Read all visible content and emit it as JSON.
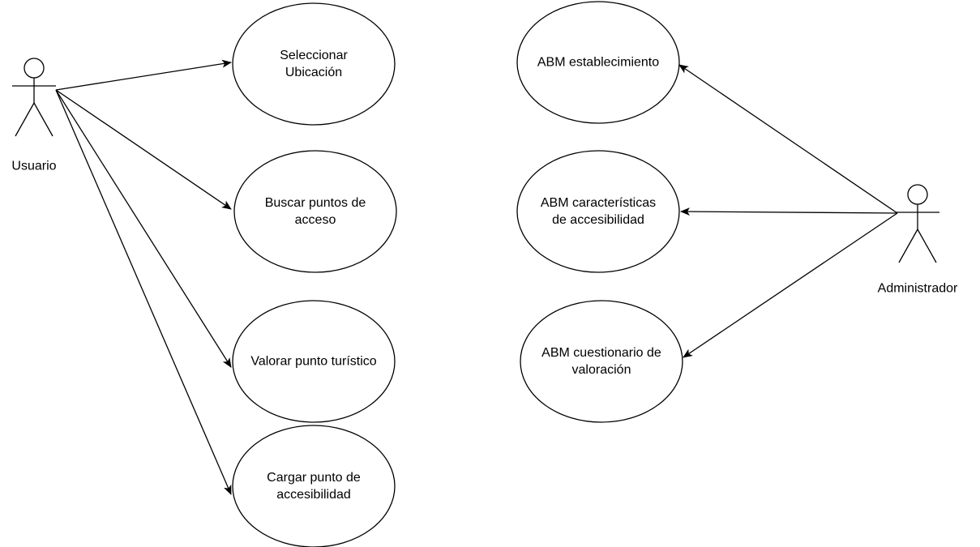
{
  "actors": [
    {
      "id": "usuario",
      "label": "Usuario"
    },
    {
      "id": "administrador",
      "label": "Administrador"
    }
  ],
  "use_cases": [
    {
      "id": "seleccionar",
      "lines": [
        "Seleccionar",
        "Ubicación"
      ]
    },
    {
      "id": "buscar",
      "lines": [
        "Buscar puntos de",
        "acceso"
      ]
    },
    {
      "id": "valorar",
      "lines": [
        "Valorar punto turístico"
      ]
    },
    {
      "id": "cargar",
      "lines": [
        "Cargar punto de",
        "accesibilidad"
      ]
    },
    {
      "id": "abm-establecimiento",
      "lines": [
        "ABM establecimiento"
      ]
    },
    {
      "id": "abm-caracteristicas",
      "lines": [
        "ABM características",
        "de accesibilidad"
      ]
    },
    {
      "id": "abm-cuestionario",
      "lines": [
        "ABM cuestionario de",
        "valoración"
      ]
    }
  ],
  "associations": [
    {
      "from": "usuario",
      "to": "seleccionar"
    },
    {
      "from": "usuario",
      "to": "buscar"
    },
    {
      "from": "usuario",
      "to": "valorar"
    },
    {
      "from": "usuario",
      "to": "cargar"
    },
    {
      "from": "administrador",
      "to": "abm-establecimiento"
    },
    {
      "from": "administrador",
      "to": "abm-caracteristicas"
    },
    {
      "from": "administrador",
      "to": "abm-cuestionario"
    }
  ]
}
